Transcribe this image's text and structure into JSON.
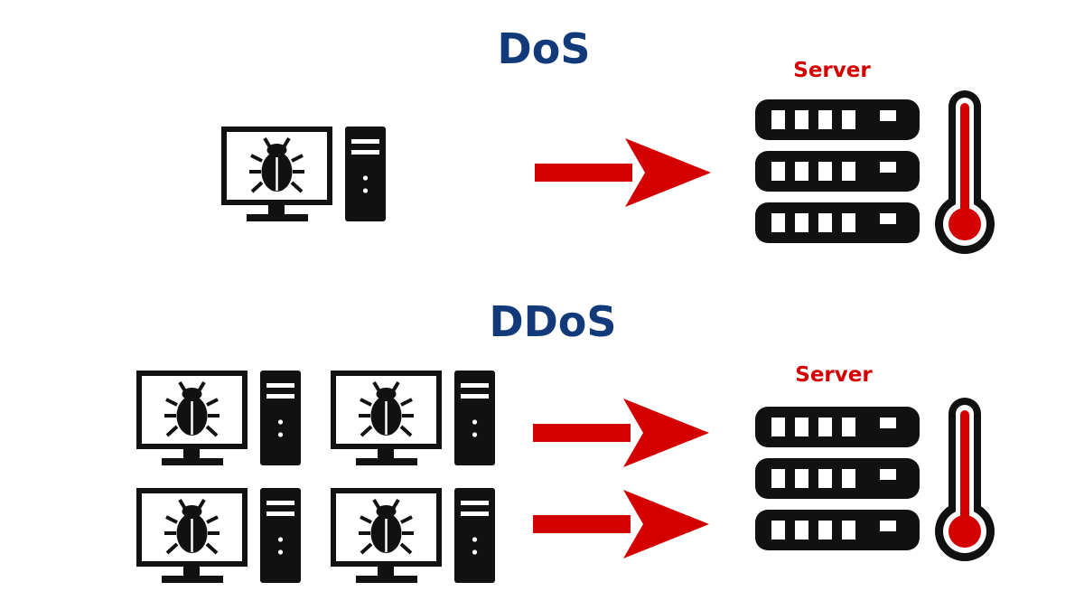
{
  "dos": {
    "title": "DoS",
    "server_label": "Server"
  },
  "ddos": {
    "title": "DDoS",
    "server_label": "Server"
  },
  "colors": {
    "title": "#123a7a",
    "accent_red": "#d40000",
    "icon_black": "#111111",
    "background": "#ffffff"
  },
  "icons": {
    "attacker": "infected-computer-icon",
    "server": "server-rack-icon",
    "load": "thermometer-icon",
    "flow": "red-arrow-icon"
  }
}
